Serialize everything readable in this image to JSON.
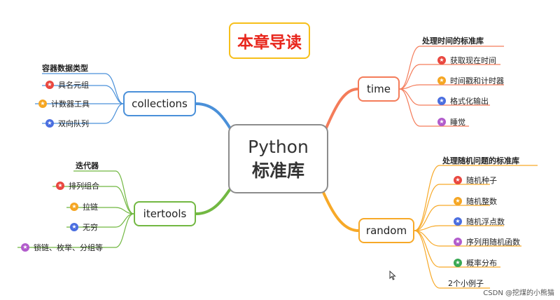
{
  "title": "本章导读",
  "center": {
    "line1": "Python",
    "line2": "标准库"
  },
  "colors": {
    "red": "#e9473f",
    "orange": "#f5a623",
    "blue": "#4a6ee0",
    "purple": "#b25ccc",
    "green": "#39a854"
  },
  "branches": {
    "collections": {
      "label": "collections",
      "header": "容器数据类型",
      "items": [
        {
          "label": "具名元组",
          "star": "red"
        },
        {
          "label": "计数器工具",
          "star": "orange"
        },
        {
          "label": "双向队列",
          "star": "blue"
        }
      ]
    },
    "itertools": {
      "label": "itertools",
      "header": "迭代器",
      "items": [
        {
          "label": "排列组合",
          "star": "red"
        },
        {
          "label": "拉链",
          "star": "orange"
        },
        {
          "label": "无穷",
          "star": "blue"
        },
        {
          "label": "锁链、枚举、分组等",
          "star": "purple"
        }
      ]
    },
    "time": {
      "label": "time",
      "header": "处理时间的标准库",
      "items": [
        {
          "label": "获取现在时间",
          "star": "red"
        },
        {
          "label": "时间戳和计时器",
          "star": "orange"
        },
        {
          "label": "格式化输出",
          "star": "blue"
        },
        {
          "label": "睡觉",
          "star": "purple"
        }
      ]
    },
    "random": {
      "label": "random",
      "header": "处理随机问题的标准库",
      "items": [
        {
          "label": "随机种子",
          "star": "red"
        },
        {
          "label": "随机整数",
          "star": "orange"
        },
        {
          "label": "随机浮点数",
          "star": "blue"
        },
        {
          "label": "序列用随机函数",
          "star": "purple"
        },
        {
          "label": "概率分布",
          "star": "green"
        }
      ],
      "extra": "2个小例子"
    }
  },
  "watermark": "CSDN @挖煤的小熊猫"
}
